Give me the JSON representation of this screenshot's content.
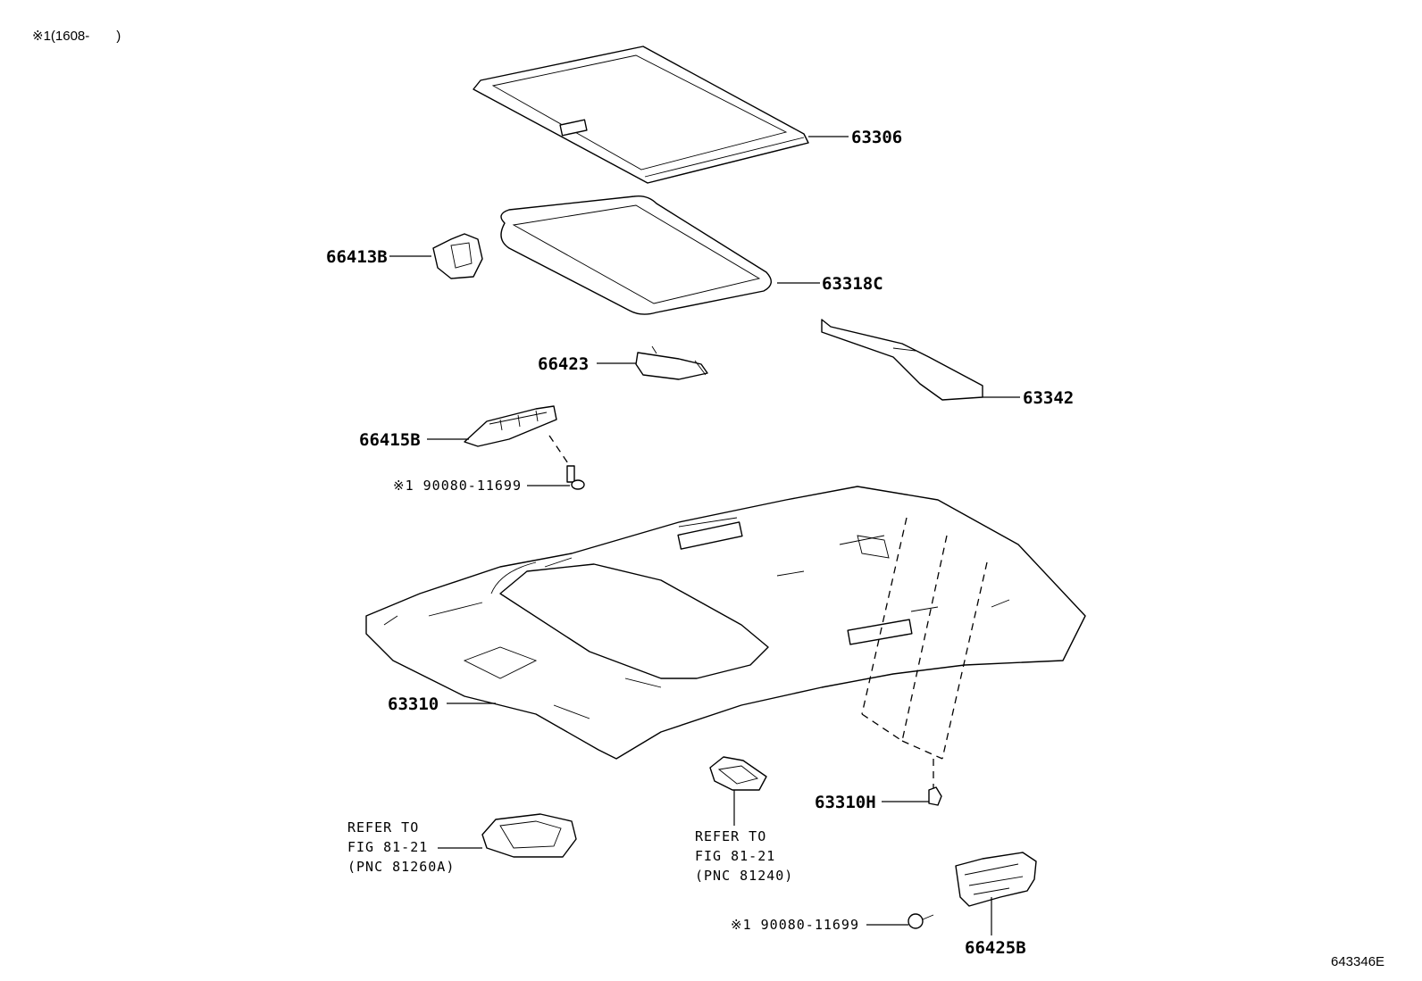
{
  "header_note": "※1(1608-　　)",
  "drawing_id": "643346E",
  "parts": {
    "p63306": "63306",
    "p63318C": "63318C",
    "p66413B": "66413B",
    "p66423": "66423",
    "p63342": "63342",
    "p66415B": "66415B",
    "screw_upper": "※1 90080-11699",
    "p63310": "63310",
    "p63310H": "63310H",
    "screw_lower": "※1 90080-11699",
    "p66425B": "66425B"
  },
  "refer_left": [
    "REFER TO",
    "FIG 81-21",
    "(PNC 81260A)"
  ],
  "refer_mid": [
    "REFER TO",
    "FIG 81-21",
    "(PNC 81240)"
  ]
}
